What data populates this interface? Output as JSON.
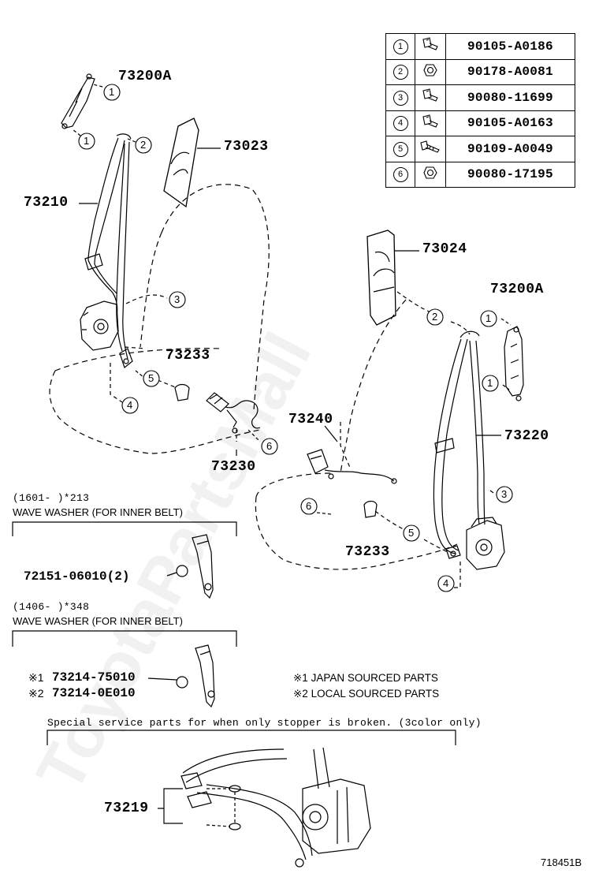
{
  "parts_table": [
    {
      "num": "1",
      "icon": "bolt-flange-icon",
      "part_no": "90105-A0186"
    },
    {
      "num": "2",
      "icon": "nut-icon",
      "part_no": "90178-A0081"
    },
    {
      "num": "3",
      "icon": "bolt-flange-icon",
      "part_no": "90080-11699"
    },
    {
      "num": "4",
      "icon": "bolt-flange-icon",
      "part_no": "90105-A0163"
    },
    {
      "num": "5",
      "icon": "bolt-long-icon",
      "part_no": "90109-A0049"
    },
    {
      "num": "6",
      "icon": "nut-icon",
      "part_no": "90080-17195"
    }
  ],
  "labels": {
    "l73200a_left": "73200A",
    "l73023": "73023",
    "l73210": "73210",
    "l73233_left": "73233",
    "l73230": "73230",
    "l73024": "73024",
    "l73200a_right": "73200A",
    "l73220": "73220",
    "l73240": "73240",
    "l73233_right": "73233",
    "l73219": "73219"
  },
  "callouts": {
    "c1": "1",
    "c2": "2",
    "c3": "3",
    "c4": "4",
    "c5": "5",
    "c6": "6"
  },
  "notes": {
    "range1": "(1601-      )*213",
    "wave1": "WAVE WASHER (FOR INNER BELT)",
    "part1": "72151-06010(2)",
    "range2": "(1406-      )*348",
    "wave2": "WAVE WASHER (FOR INNER BELT)",
    "p2a_mark": "※1",
    "p2a": "73214-75010",
    "p2b_mark": "※2",
    "p2b": "73214-0E010",
    "src1": "※1 JAPAN SOURCED PARTS",
    "src2": "※2 LOCAL SOURCED PARTS",
    "special": "Special service parts for when only stopper is broken. (3color only)",
    "diagram_id": "718451B"
  },
  "watermark": "ToyotaPartsMall"
}
